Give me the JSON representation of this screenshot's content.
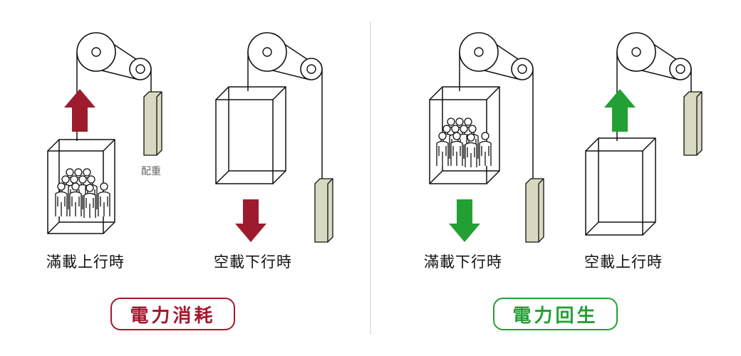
{
  "counterweight_label": "配重",
  "scenarios": [
    {
      "caption": "滿載上行時",
      "direction": "up",
      "arrow_color": "#9e1b2e"
    },
    {
      "caption": "空載下行時",
      "direction": "down",
      "arrow_color": "#9e1b2e"
    },
    {
      "caption": "滿載下行時",
      "direction": "down",
      "arrow_color": "#22a033"
    },
    {
      "caption": "空載上行時",
      "direction": "up",
      "arrow_color": "#22a033"
    }
  ],
  "groups": [
    {
      "label": "電力消耗",
      "color": "#a7172f"
    },
    {
      "label": "電力回生",
      "color": "#23a035"
    }
  ],
  "colors": {
    "line": "#111111",
    "counterweight_fill": "#d7d9c1",
    "divider": "#cccccc"
  }
}
